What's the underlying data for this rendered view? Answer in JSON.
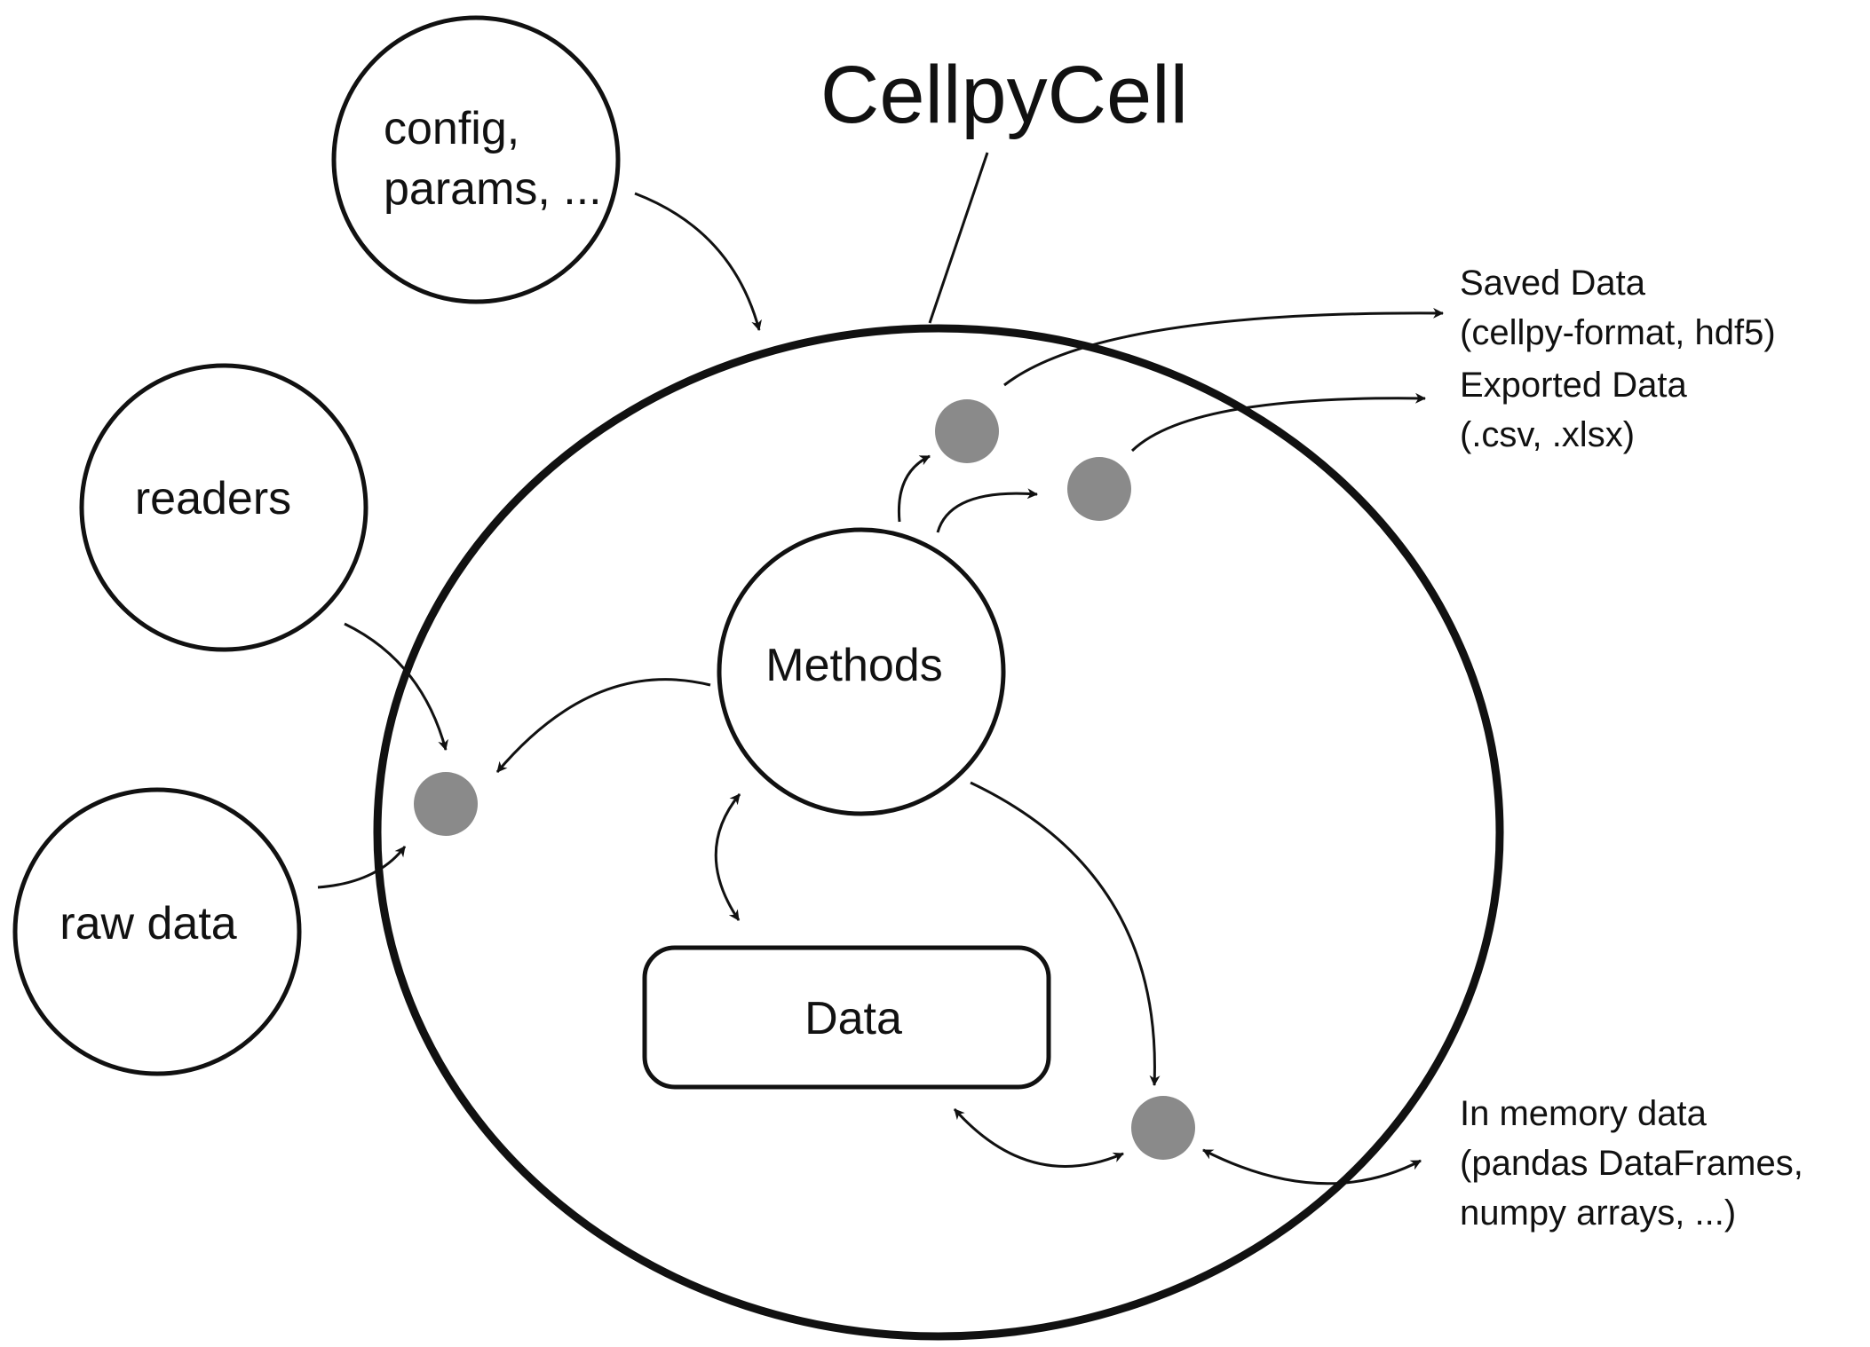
{
  "title": "CellpyCell",
  "nodes": {
    "config": [
      "config,",
      "params, ..."
    ],
    "readers": "readers",
    "raw_data": "raw data",
    "methods": "Methods",
    "data": "Data"
  },
  "outputs": {
    "saved": [
      "Saved Data",
      "(cellpy-format, hdf5)"
    ],
    "exported": [
      "Exported Data",
      "(.csv, .xlsx)"
    ],
    "memory": [
      "In memory data",
      "(pandas DataFrames,",
      "numpy arrays, ...)"
    ]
  },
  "colors": {
    "stroke": "#111111",
    "dot": "#8a8a8a",
    "background": "#ffffff"
  }
}
